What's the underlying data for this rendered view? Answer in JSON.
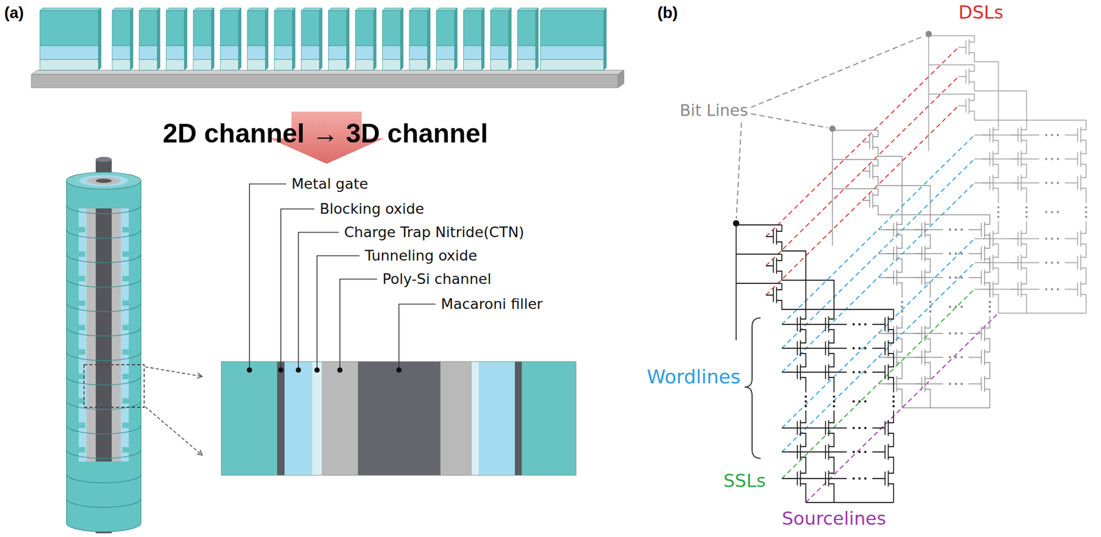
{
  "diagram": {
    "labels": [
      "(a)",
      "(b)",
      "2D channel → 3D channel",
      "Metal gate",
      "Blocking oxide",
      "Charge Trap Nitride(CTN)",
      "Tunneling oxide",
      "Poly-Si channel",
      "Macaroni filler",
      "Bit Lines",
      "DSLs",
      "Wordlines",
      "SSLs",
      "Sourcelines"
    ]
  }
}
